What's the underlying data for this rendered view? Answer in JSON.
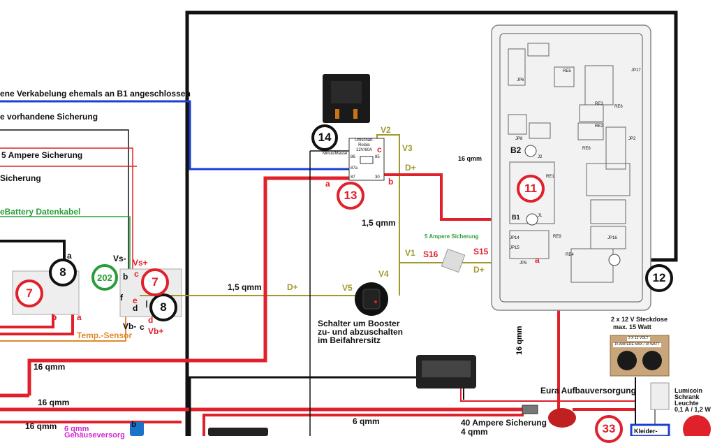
{
  "left_labels": {
    "wiring_note": "ene Verkabelung ehemals an B1 angeschlossen",
    "existing_fuse": "e vorhandene Sicherung",
    "fuse_5a": "5 Ampere Sicherung",
    "fuse_short": "Sicherung",
    "battery_cable": "eBattery Datenkabel",
    "temp_sensor": "Temp.-Sensor",
    "wire_16qmm_a": "16 qmm",
    "wire_16qmm_b": "16 qmm",
    "wire_16qmm_c": "16 qmm",
    "wire_6qmm": "6 qmm",
    "wire_housing": "Gehäuseversorg"
  },
  "terminal_labels": {
    "a_top": "a",
    "b_left": "b",
    "a_left": "a",
    "vs_minus": "Vs-",
    "vs_plus": "Vs+",
    "b_mid": "b",
    "c_mid": "c",
    "f": "f",
    "e": "e",
    "d_black": "d",
    "d_red": "d",
    "vb_minus": "Vb-",
    "c_small": "c",
    "vb_plus": "Vb+",
    "b_bottom": "b"
  },
  "relay": {
    "title": "Umschalt-\nRelais\n12V/60A",
    "ground_label": "Minus/Masse",
    "c": "c",
    "a": "a",
    "b": "b",
    "pin86": "86",
    "pin85": "85",
    "pin87a": "87a",
    "pin87": "87",
    "pin30": "30"
  },
  "wires": {
    "v2": "V2",
    "v3": "V3",
    "d_plus_top": "D+",
    "wire_15qmm_mid": "1,5 qmm",
    "wire_15qmm_left": "1,5 qmm",
    "d_plus_v5": "D+",
    "v5": "V5",
    "v1": "V1",
    "v4": "V4",
    "s16": "S16",
    "s15": "S15",
    "d_plus_right": "D+",
    "a_right": "a",
    "fuse_5a": "5 Ampere Sicherung",
    "wire_16qmm_top": "16 qmm",
    "wire_16qmm_vert": "16 qmm",
    "wire_6qmm_bottom": "6 qmm",
    "wire_4qmm": "4 qmm"
  },
  "switch_text": {
    "line1": "Schalter um Booster",
    "line2": "zu- und abzuschalten",
    "line3": "im Beifahrersitz"
  },
  "board": {
    "b2": "B2",
    "b1": "B1",
    "jp6": "JP6",
    "re5": "RE5",
    "re6": "RE6",
    "re3": "RE3",
    "re2": "RE2",
    "re1": "RE1",
    "re8": "RE8",
    "re9": "RE9",
    "re4": "RE4",
    "jp2": "JP2",
    "jp8": "JP8",
    "j2": "J2",
    "j1": "J1",
    "jp17": "JP17",
    "jp16": "JP16",
    "jp14": "JP14",
    "jp15": "JP15",
    "jp5": "JP5"
  },
  "bottom_right": {
    "socket_line1": "2 x 12 V Steckdose",
    "socket_line2": "max. 15 Watt",
    "socket_label1": "2 X 12 VOLT",
    "socket_label2": "15 AMPERE MAX / 18 WATT",
    "lamp_brand": "Lumicoin",
    "lamp_line1": "Schrank",
    "lamp_line2": "Leuchte",
    "lamp_line3": "0,1 A / 1,2 W",
    "eura": "Eura Aufbauversorgung",
    "fuse_40a": "40 Ampere Sicherung",
    "kleider": "Kleider-"
  },
  "badges": {
    "n14": "14",
    "n13": "13",
    "n11": "11",
    "n12": "12",
    "n8_left": "8",
    "n8_mid": "8",
    "n7_left": "7",
    "n7_mid": "7",
    "n202": "202",
    "n33": "33"
  },
  "colors": {
    "red": "#e0202a",
    "black": "#111111",
    "blue": "#1a3fd0",
    "olive": "#a09a2c",
    "green": "#2a9d3a",
    "orange": "#e0892a",
    "magenta": "#d02ad0",
    "grey": "#888888"
  }
}
